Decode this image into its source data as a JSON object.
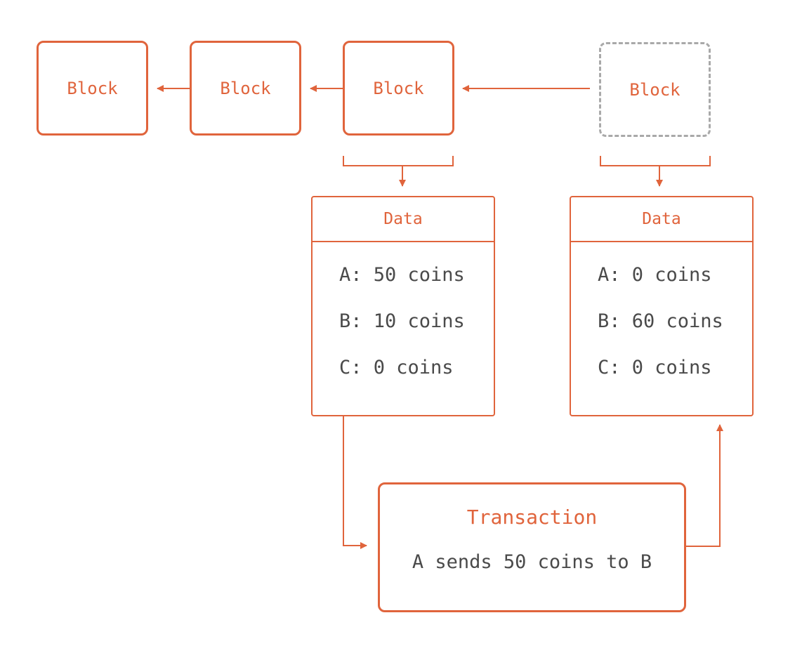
{
  "chain": {
    "blocks": [
      {
        "label": "Block"
      },
      {
        "label": "Block"
      },
      {
        "label": "Block"
      },
      {
        "label": "Block",
        "pending": true
      }
    ]
  },
  "data_panels": [
    {
      "title": "Data",
      "rows": [
        "A: 50 coins",
        "B: 10 coins",
        "C: 0 coins"
      ]
    },
    {
      "title": "Data",
      "rows": [
        "A: 0 coins",
        "B: 60 coins",
        "C: 0 coins"
      ]
    }
  ],
  "transaction": {
    "title": "Transaction",
    "description": "A sends 50 coins to B"
  },
  "colors": {
    "accent": "#e0643c",
    "pending_border": "#a9a9a9",
    "text": "#4a4a4a"
  }
}
